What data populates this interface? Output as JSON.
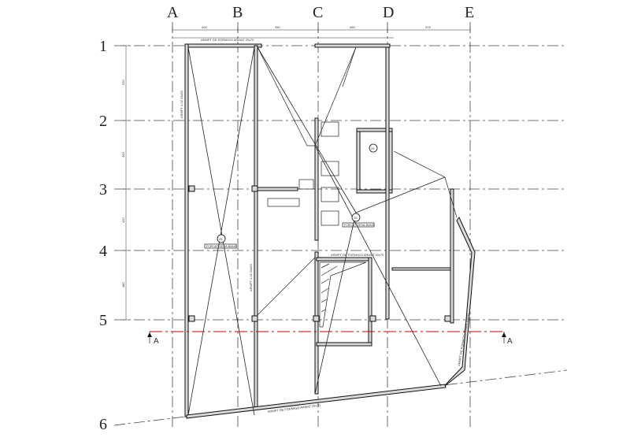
{
  "grid": {
    "columns": [
      "A",
      "B",
      "C",
      "D",
      "E"
    ],
    "rows": [
      "1",
      "2",
      "3",
      "4",
      "5",
      "6"
    ]
  },
  "section_mark": "A",
  "top_dims": [
    "400",
    "350",
    "485",
    "376"
  ],
  "left_dims": [
    "520",
    "400",
    "410",
    "480"
  ],
  "beams": {
    "top": "ARMPT DE FORMIGO ARMAT 20x70",
    "bottom": "ARMPT DE FORMIGO ARMAT 20x70",
    "left": "ARMPT 1.02 20x50",
    "center": "ARMPT 1.02 20x50",
    "right": "ARMPT DE FORMIGO ARMAT 20x70",
    "mid": "ARMPT DE FORMIGO ARMAT 20x70"
  },
  "voids": [
    {
      "number": "25",
      "label": "FORJAT SEVA BANO"
    },
    {
      "number": "25",
      "label": ""
    },
    {
      "number": "25",
      "label": "FORJAT SEVA BANO"
    }
  ]
}
